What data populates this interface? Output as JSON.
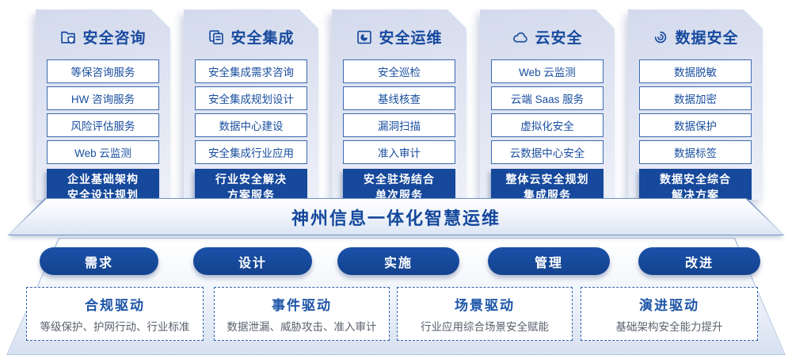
{
  "columns": [
    {
      "title": "安全咨询",
      "icon": "consulting-icon",
      "items": [
        "等保咨询服务",
        "HW 咨询服务",
        "风险评估服务",
        "Web 云监测"
      ],
      "highlight": [
        "企业基础架构",
        "安全设计规划"
      ]
    },
    {
      "title": "安全集成",
      "icon": "integration-icon",
      "items": [
        "安全集成需求咨询",
        "安全集成规划设计",
        "数据中心建设",
        "安全集成行业应用"
      ],
      "highlight": [
        "行业安全解决",
        "方案服务"
      ]
    },
    {
      "title": "安全运维",
      "icon": "operations-icon",
      "items": [
        "安全巡检",
        "基线核查",
        "漏洞扫描",
        "准入审计"
      ],
      "highlight": [
        "安全驻场结合",
        "单次服务"
      ]
    },
    {
      "title": "云安全",
      "icon": "cloud-icon",
      "items": [
        "Web 云监测",
        "云端 Saas 服务",
        "虚拟化安全",
        "云数据中心安全"
      ],
      "highlight": [
        "整体云安全规划",
        "集成服务"
      ]
    },
    {
      "title": "数据安全",
      "icon": "fingerprint-icon",
      "items": [
        "数据脱敏",
        "数据加密",
        "数据保护",
        "数据标签"
      ],
      "highlight": [
        "数据安全综合",
        "解决方案"
      ]
    }
  ],
  "banner": {
    "title": "神州信息一体化智慧运维"
  },
  "phases": [
    {
      "label": "需求"
    },
    {
      "label": "设计"
    },
    {
      "label": "实施"
    },
    {
      "label": "管理"
    },
    {
      "label": "改进"
    }
  ],
  "drivers": [
    {
      "title": "合规驱动",
      "desc": "等级保护、护网行动、行业标准"
    },
    {
      "title": "事件驱动",
      "desc": "数据泄漏、威胁攻击、准入审计"
    },
    {
      "title": "场景驱动",
      "desc": "行业应用综合场景安全赋能"
    },
    {
      "title": "演进驱动",
      "desc": "基础架构安全能力提升"
    }
  ],
  "colors": {
    "primary_blue": "#17499E",
    "highlight_fill": "#16489B",
    "banner_text": "#14489C",
    "dashed_border": "#2F62AE",
    "desc_gray": "#59616D"
  }
}
